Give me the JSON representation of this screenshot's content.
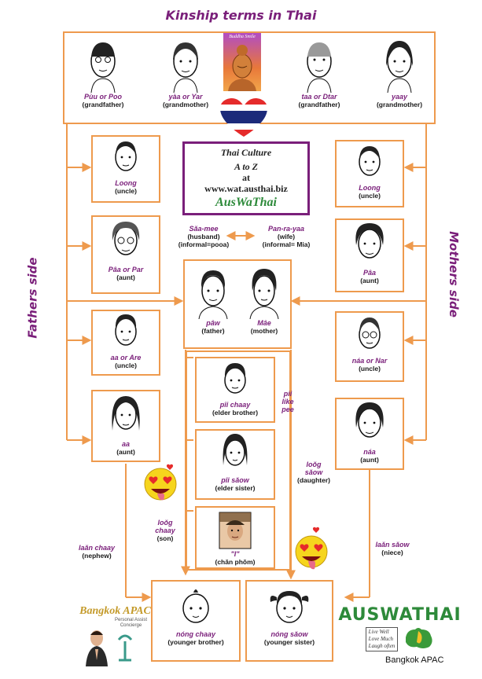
{
  "title": "Kinship terms in Thai",
  "sides": {
    "left": "Fathers side",
    "right": "Mothers side"
  },
  "grandparents": [
    {
      "term": "Pùu or Poo",
      "gloss": "(grandfather)"
    },
    {
      "term": "yàa or Yar",
      "gloss": "(grandmother)"
    },
    {
      "term": "taa or Dtar",
      "gloss": "(grandfather)"
    },
    {
      "term": "yaay",
      "gloss": "(grandmother)"
    }
  ],
  "buddha_label": "Buddha Smile",
  "culture": {
    "line1": "Thai Culture",
    "line2": "A to Z",
    "line3": "at",
    "line4": "www.wat.austhai.biz",
    "brand": "AusWaThai"
  },
  "fathers_side": [
    {
      "term": "Loong",
      "gloss": "(uncle)"
    },
    {
      "term": "Pâa or Par",
      "gloss": "(aunt)"
    },
    {
      "term": "aa or Are",
      "gloss": "(uncle)"
    },
    {
      "term": "aa",
      "gloss": "(aunt)"
    }
  ],
  "mothers_side": [
    {
      "term": "Loong",
      "gloss": "(uncle)"
    },
    {
      "term": "Pâa",
      "gloss": "(aunt)"
    },
    {
      "term": "náa or Nar",
      "gloss": "(uncle)"
    },
    {
      "term": "náa",
      "gloss": "(aunt)"
    }
  ],
  "spouses": {
    "husband": {
      "term": "Sǎa-mee",
      "gloss1": "(husband)",
      "gloss2": "(informal=pooa)"
    },
    "wife": {
      "term": "Pan-ra-yaa",
      "gloss1": "(wife)",
      "gloss2": "(informal= Mia)"
    }
  },
  "parents": [
    {
      "term": "pâw",
      "gloss": "(father)"
    },
    {
      "term": "Mâe",
      "gloss": "(mother)"
    }
  ],
  "siblings": [
    {
      "term": "pîi chaay",
      "gloss": "(elder brother)"
    },
    {
      "term": "pîi sǎow",
      "gloss": "(elder sister)"
    },
    {
      "term": "\"I\"",
      "gloss": "(chǎn phǒm)"
    }
  ],
  "pii_note": [
    "pii",
    "like",
    "pee"
  ],
  "children_labels": {
    "son": [
      "loǒg",
      "chaay",
      "(son)"
    ],
    "daughter": [
      "loǒg",
      "sǎow",
      "(daughter)"
    ],
    "nephew": [
      "laǎn chaay",
      "(nephew)"
    ],
    "niece": [
      "laǎn sǎow",
      "(niece)"
    ]
  },
  "younger": [
    {
      "term": "nóng chaay",
      "gloss": "(younger brother)"
    },
    {
      "term": "nóng sǎow",
      "gloss": "(younger sister)"
    }
  ],
  "logos": {
    "bangkok_apac": "Bangkok APAC",
    "bangkok_apac_sub1": "Personal Assist",
    "bangkok_apac_sub2": "Concierge",
    "auswathai": "AUSWATHAI",
    "slogan": [
      "Live Well",
      "Love Much",
      "Laugh often"
    ],
    "bangkok_apac_bottom": "Bangkok APAC"
  },
  "colors": {
    "accent_orange": "#ee9a4d",
    "purple": "#7a1f7a",
    "green": "#2d8a3a"
  }
}
